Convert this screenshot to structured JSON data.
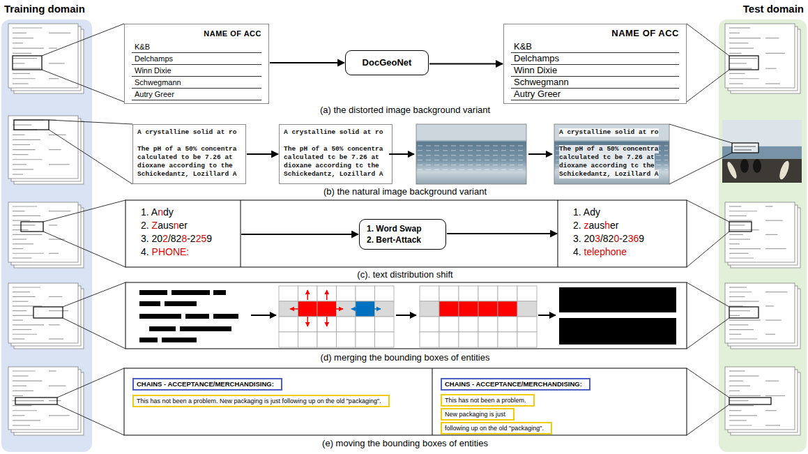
{
  "diagram": {
    "nodes": [
      {
        "text": [
          "Training domain"
        ]
      },
      {
        "text": [
          "Test domain"
        ]
      },
      {
        "text": [
          "NAME OF ACC",
          "K&B",
          "Delchamps",
          "Winn Dixie",
          "Schwegmann",
          "Autry Greer"
        ]
      },
      {
        "text": [
          "DocGeoNet"
        ]
      },
      {
        "text": [
          "NAME OF ACC",
          "K&B",
          "Delchamps",
          "Winn Dixie",
          "Schwegmann",
          "Autry Greer"
        ]
      },
      {
        "text": [
          "A crystalline solid at ro",
          "The pH of a 50% concentra",
          "calculated to be 7.26 at",
          "dioxane according to the",
          "Schickedantz, Lozillard A"
        ]
      },
      {
        "text": [
          "A crystalline solid at ro",
          "The pH of a 50% concentra",
          "calculated tc be 7.26 at",
          "dioxane according tc the",
          "Schickedantz, Lozillard A"
        ]
      },
      {
        "text": [
          "A crystalline solid at ro",
          "The pH of a 50% concentra",
          "calculated tc be 7.26 at",
          "dioxane according tc the",
          "Schickedantz, Lozillard A"
        ]
      },
      {
        "text": [
          "1. Andy",
          "2. Zausner",
          "3. 202/828-2259",
          "4. PHONE:"
        ]
      },
      {
        "text": [
          "1. Word Swap",
          "2. Bert-Attack"
        ]
      },
      {
        "text": [
          "1. Ady",
          "2. zausher",
          "3. 203/820-2369",
          "4. telephone"
        ]
      },
      {
        "text": [
          "CHAINS - ACCEPTANCE/MERCHANDISING:"
        ]
      },
      {
        "text": [
          "This has not been a problem. New packaging is just following up on the old \"packaging\"."
        ]
      },
      {
        "text": [
          "CHAINS - ACCEPTANCE/MERCHANDISING:"
        ]
      },
      {
        "text": [
          "This has not been a problem."
        ]
      },
      {
        "text": [
          "New packaging is just"
        ]
      },
      {
        "text": [
          "following up on the old \"packaging\"."
        ]
      }
    ],
    "edges": [
      {
        "from": 2,
        "to": 3,
        "arrow": "to"
      },
      {
        "from": 3,
        "to": 4,
        "arrow": "to"
      },
      {
        "from": 5,
        "to": 6,
        "arrow": "to"
      },
      {
        "from": 8,
        "to": 9,
        "arrow": "to"
      },
      {
        "from": 9,
        "to": 10,
        "arrow": "to"
      }
    ],
    "labels": [
      "(a) the distorted image background variant",
      "(b) the natural image background variant",
      "(c). text distribution shift",
      "(d) merging the bounding boxes of entities",
      "(e) moving the bounding boxes of entities"
    ]
  }
}
